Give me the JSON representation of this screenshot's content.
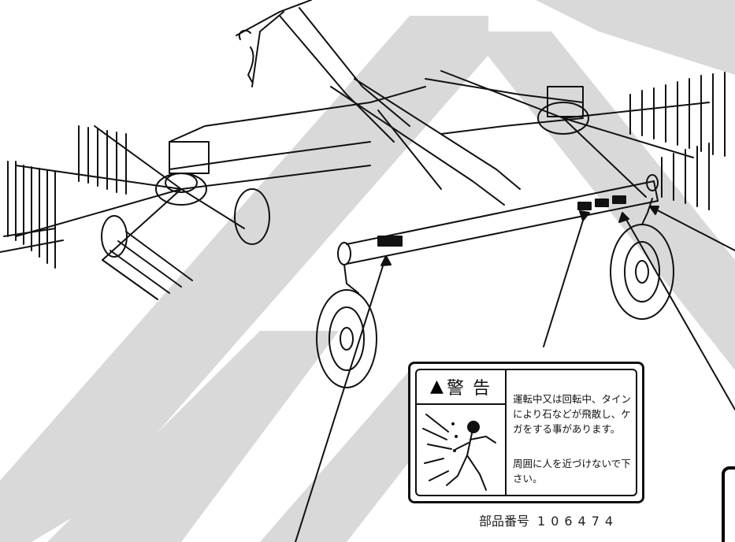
{
  "figure": {
    "label": {
      "heading": "警 告",
      "text_paragraphs": [
        "運転中又は回転中、タインにより石などが飛散し、ケガをする事があります。",
        "周囲に人を近づけないで下さい。"
      ],
      "pictogram": "person-struck-by-flying-stones-icon",
      "alert_symbol": "warning-triangle-icon"
    },
    "part_number": {
      "prefix": "部品番号",
      "value": "106474"
    }
  },
  "colors": {
    "line": "#111111",
    "watermark": "#d9d9d9",
    "background": "#ffffff"
  }
}
